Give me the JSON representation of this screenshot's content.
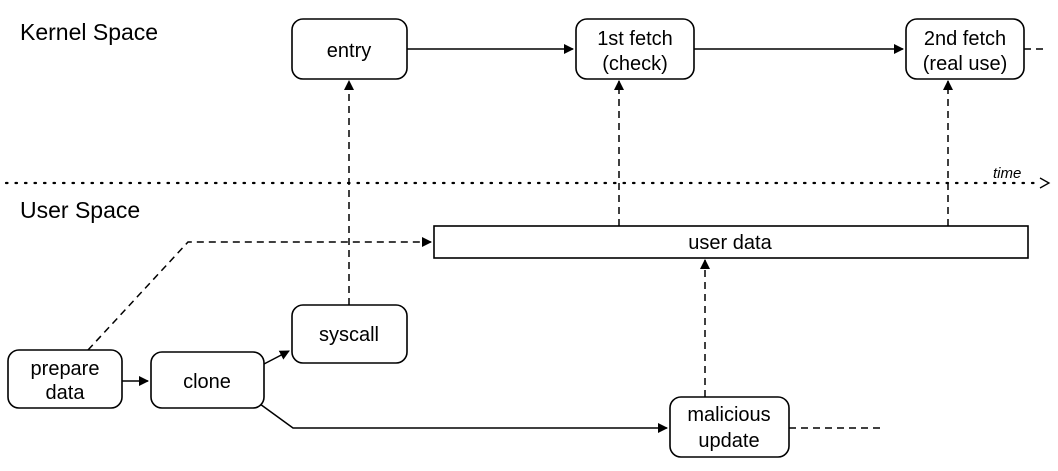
{
  "regions": {
    "kernel": "Kernel Space",
    "user": "User Space"
  },
  "timeline": {
    "label": "time"
  },
  "nodes": {
    "entry": [
      "entry"
    ],
    "fetch1": [
      "1st fetch",
      "(check)"
    ],
    "fetch2": [
      "2nd fetch",
      "(real use)"
    ],
    "user_data": [
      "user data"
    ],
    "syscall": [
      "syscall"
    ],
    "prepare": [
      "prepare",
      "data"
    ],
    "clone": [
      "clone"
    ],
    "malicious": [
      "malicious",
      "update"
    ]
  }
}
